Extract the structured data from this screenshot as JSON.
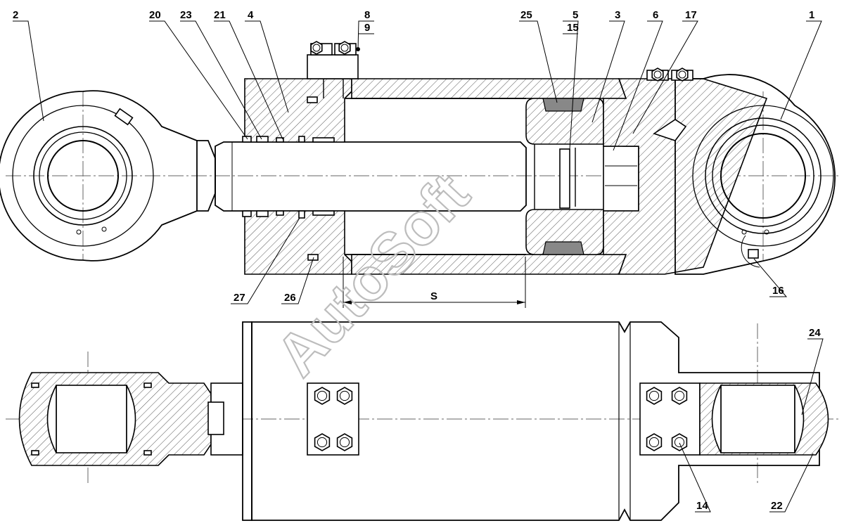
{
  "watermark": "AutoSoft",
  "dimension_label": "S",
  "callouts": {
    "c1": "1",
    "c2": "2",
    "c3": "3",
    "c4": "4",
    "c5": "5",
    "c6": "6",
    "c8": "8",
    "c9": "9",
    "c14": "14",
    "c15": "15",
    "c16": "16",
    "c17": "17",
    "c20": "20",
    "c21": "21",
    "c22": "22",
    "c23": "23",
    "c24": "24",
    "c25": "25",
    "c26": "26",
    "c27": "27"
  }
}
